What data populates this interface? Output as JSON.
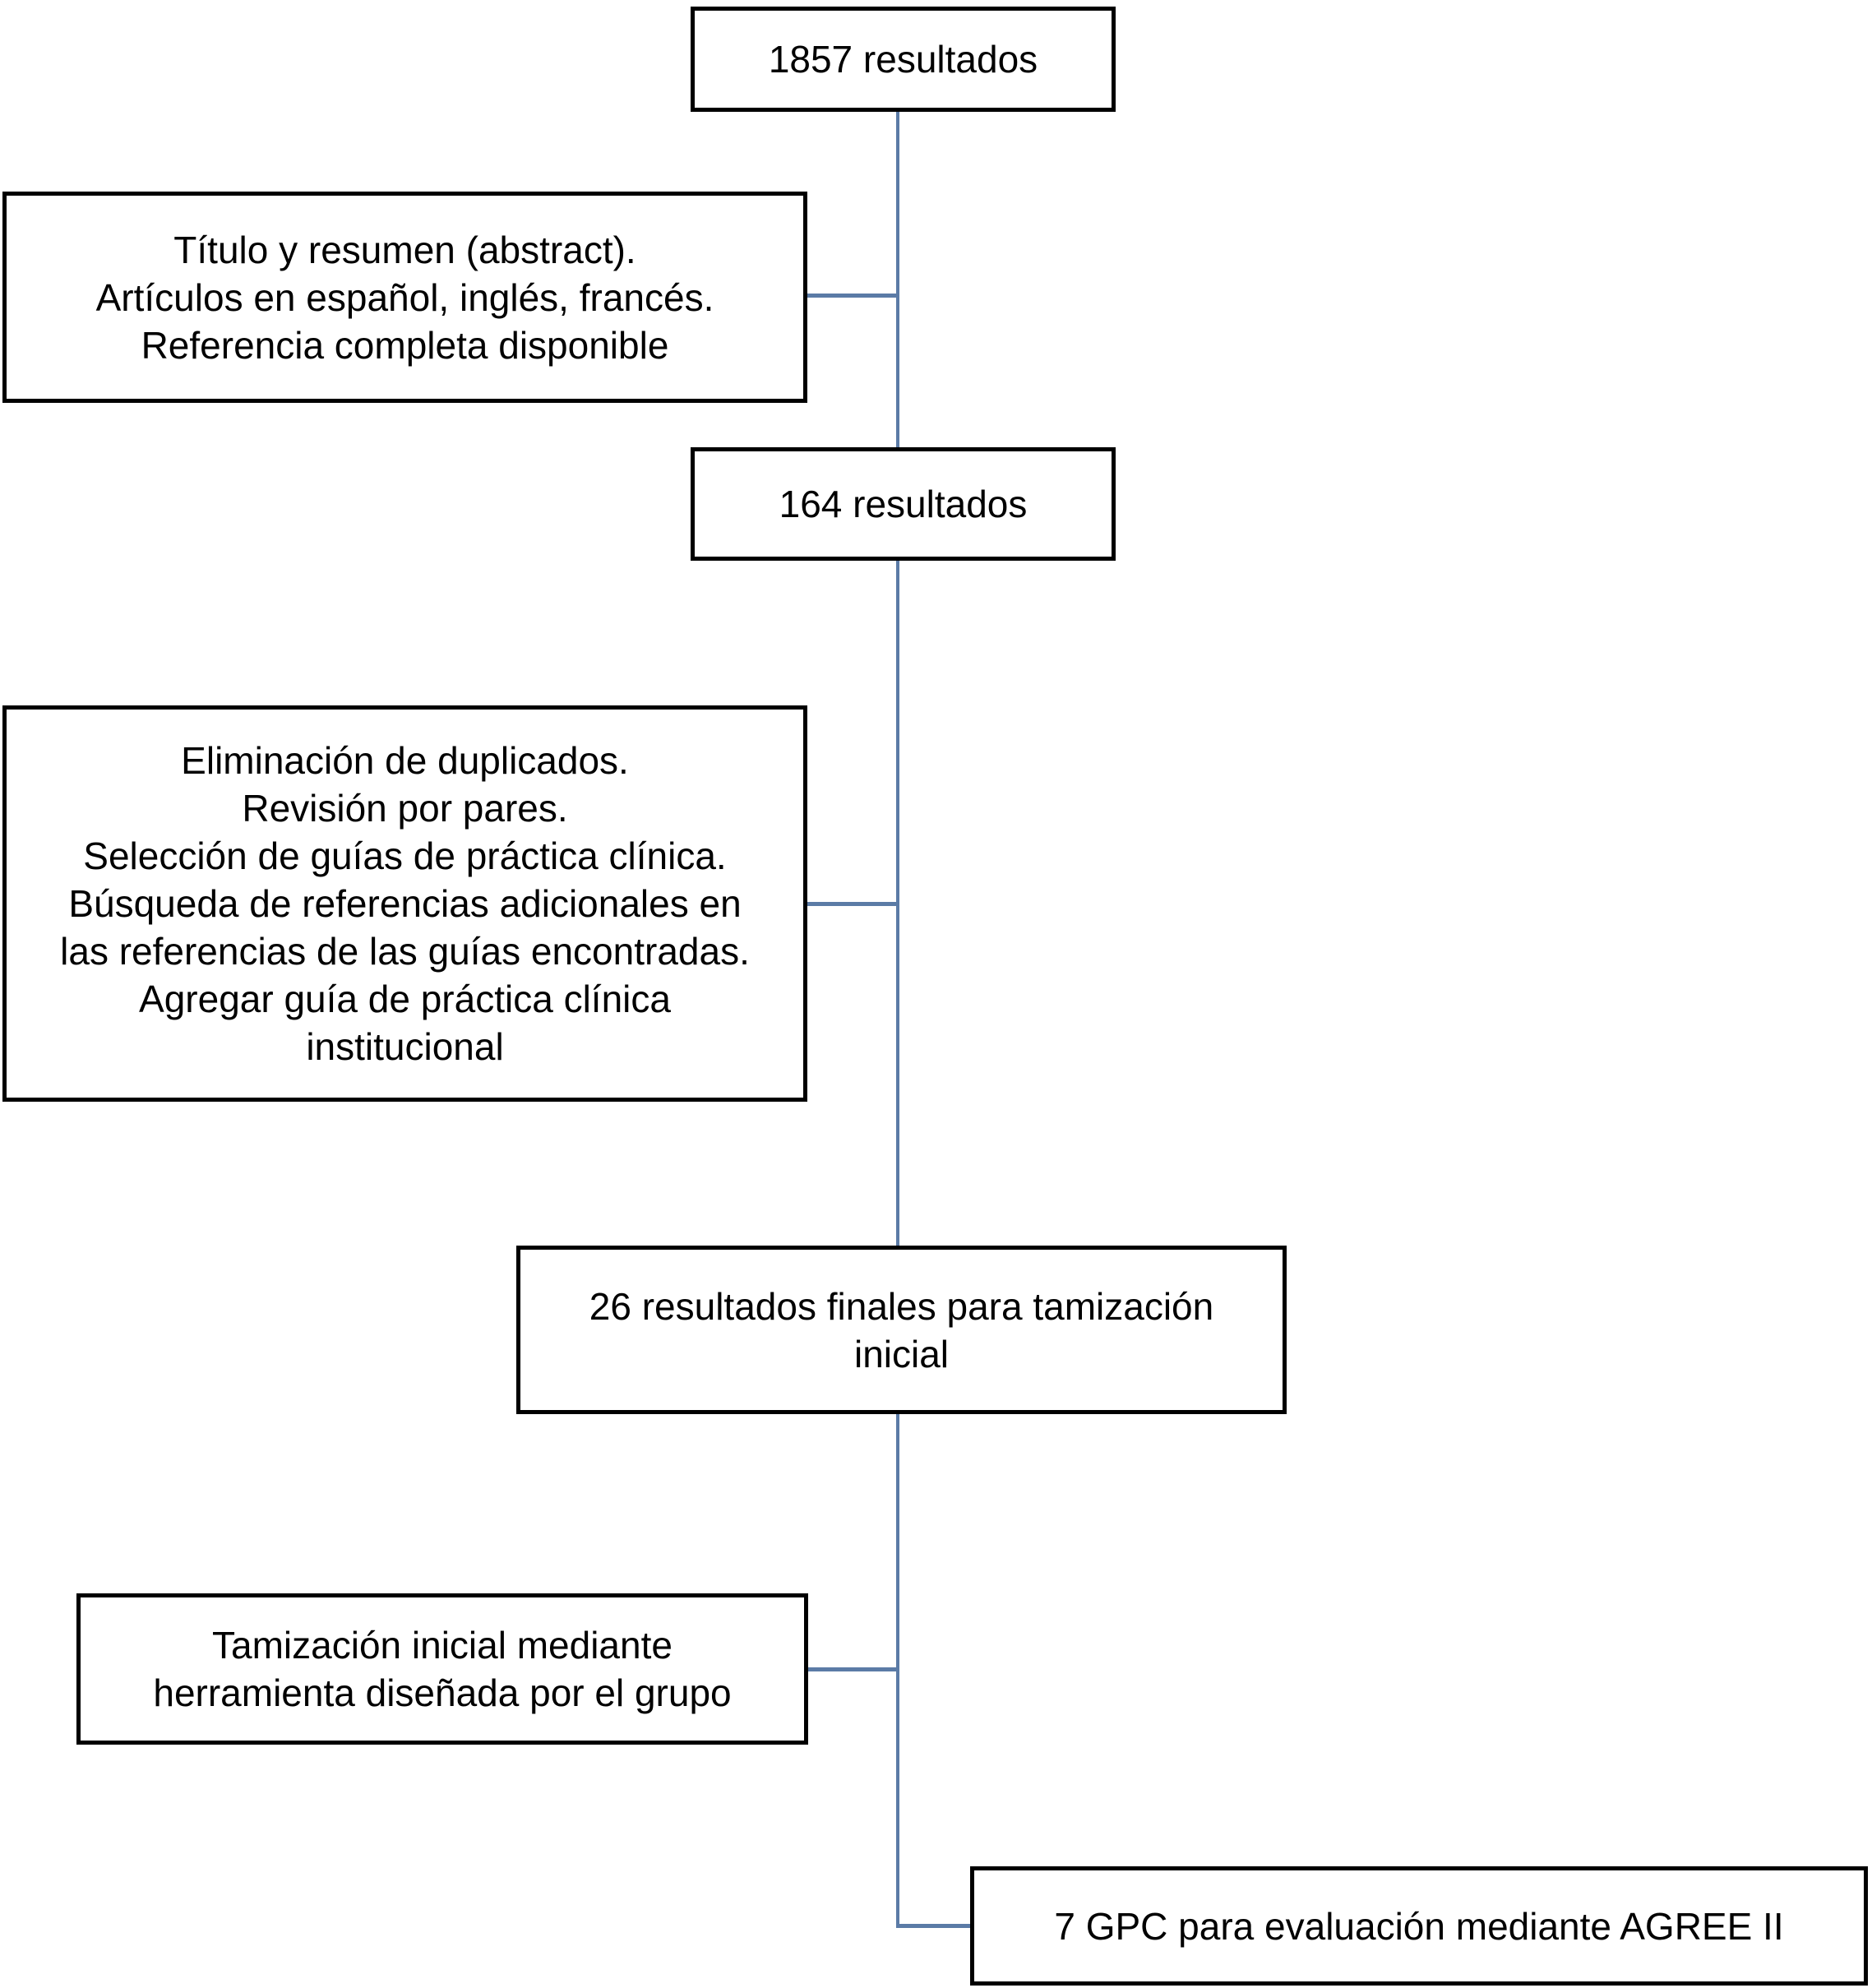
{
  "colors": {
    "background": "#ffffff",
    "box_fill": "#ffffff",
    "box_border": "#000000",
    "text": "#000000",
    "connector": "#5b7ba6"
  },
  "nodes": [
    {
      "id": "results-1857",
      "text": "1857 resultados"
    },
    {
      "id": "screen-title-abstract",
      "text": "Título y resumen (abstract).\nArtículos en español, inglés, francés.\nReferencia completa disponible"
    },
    {
      "id": "results-164",
      "text": "164 resultados"
    },
    {
      "id": "screen-duplicates",
      "text": "Eliminación de duplicados.\nRevisión por pares.\nSelección de guías de práctica clínica.\nBúsqueda de referencias adicionales en\nlas referencias de las guías encontradas.\nAgregar guía de práctica clínica\ninstitucional"
    },
    {
      "id": "results-26-initial",
      "text": "26 resultados finales para tamización\ninicial"
    },
    {
      "id": "screen-initial-tool",
      "text": "Tamización inicial mediante\nherramienta diseñada por el grupo"
    },
    {
      "id": "results-7-gpc",
      "text": "7 GPC para evaluación mediante AGREE II"
    }
  ]
}
